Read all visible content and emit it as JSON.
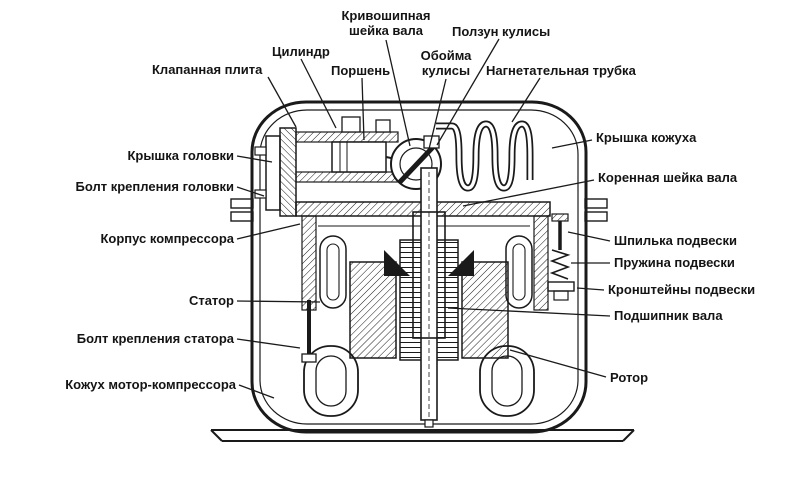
{
  "colors": {
    "ink": "#1a1a1a",
    "background": "#ffffff"
  },
  "labels": {
    "crank_pin": "Кривошипная\nшейка вала",
    "slider": "Ползун кулисы",
    "cylinder": "Цилиндр",
    "piston": "Поршень",
    "slide_ring": "Обойма\nкулисы",
    "valve_plate": "Клапанная плита",
    "discharge_tube": "Нагнетательная трубка",
    "casing_cover": "Крышка кожуха",
    "main_journal": "Коренная шейка вала",
    "suspension_stud": "Шпилька подвески",
    "suspension_spring": "Пружина подвески",
    "suspension_brackets": "Кронштейны подвески",
    "shaft_bearing": "Подшипник вала",
    "rotor": "Ротор",
    "head_cover": "Крышка головки",
    "head_bolt": "Болт крепления головки",
    "compressor_body": "Корпус компрессора",
    "stator": "Статор",
    "stator_bolt": "Болт крепления статора",
    "motor_casing": "Кожух мотор-компрессора"
  }
}
